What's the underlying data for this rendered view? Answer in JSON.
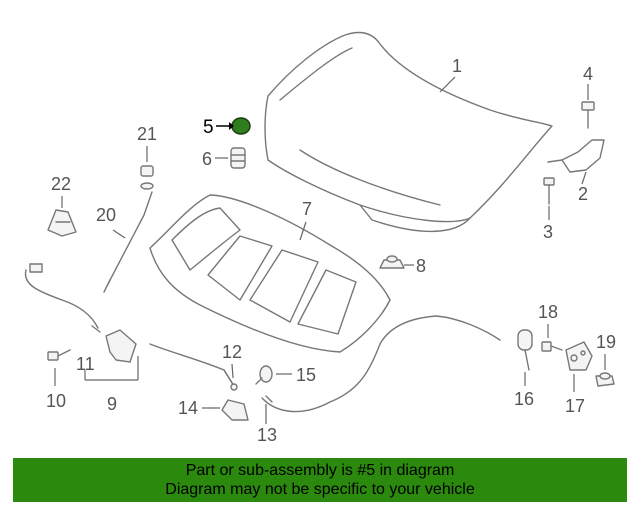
{
  "callouts": {
    "c1": "1",
    "c2": "2",
    "c3": "3",
    "c4": "4",
    "c5": "5",
    "c6": "6",
    "c7": "7",
    "c8": "8",
    "c9": "9",
    "c10": "10",
    "c11": "11",
    "c12": "12",
    "c13": "13",
    "c14": "14",
    "c15": "15",
    "c16": "16",
    "c17": "17",
    "c18": "18",
    "c19": "19",
    "c20": "20",
    "c21": "21",
    "c22": "22"
  },
  "highlight_color": "#2e7d1e",
  "banner": {
    "line1": "Part or sub-assembly is #5 in diagram",
    "line2": "Diagram may not be specific to your vehicle",
    "color": "#2b8a0e"
  }
}
